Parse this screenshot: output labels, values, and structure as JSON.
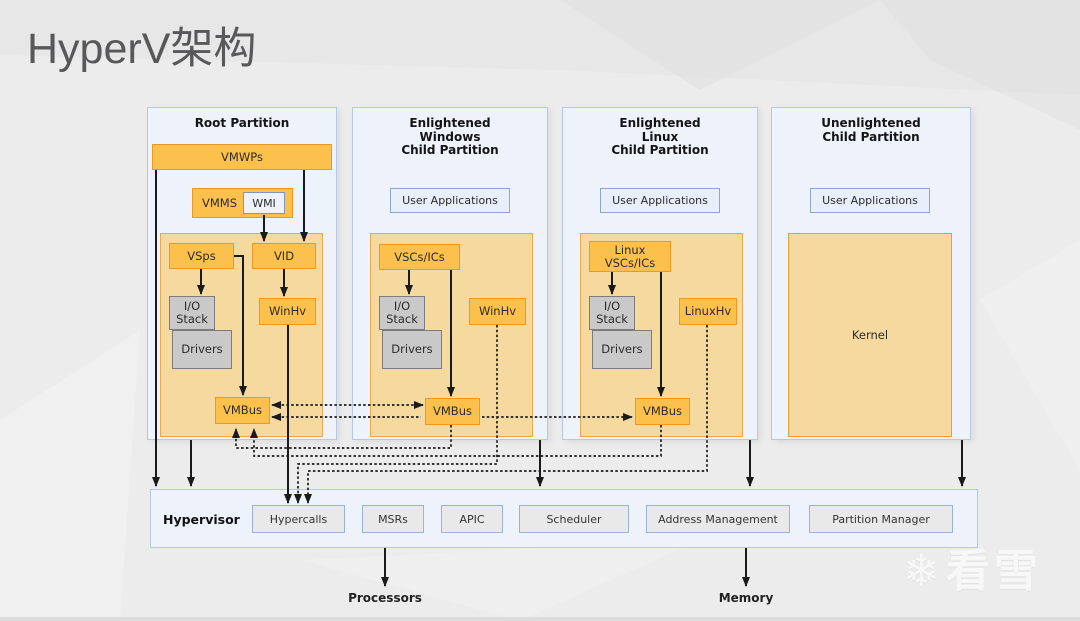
{
  "title": "HyperV架构",
  "partitions": {
    "root": {
      "title": "Root Partition"
    },
    "windows": {
      "title": "Enlightened\nWindows\nChild Partition"
    },
    "linux": {
      "title": "Enlightened\nLinux\nChild Partition"
    },
    "unenlightened": {
      "title": "Unenlightened\nChild Partition"
    }
  },
  "boxes": {
    "vmwps": "VMWPs",
    "vmms": "VMMS",
    "wmi": "WMI",
    "vsps": "VSps",
    "vid": "VID",
    "io_stack": "I/O\nStack",
    "drivers": "Drivers",
    "winhv": "WinHv",
    "linuxhv": "LinuxHv",
    "vmbus": "VMBus",
    "user_applications": "User Applications",
    "vscs_ics": "VSCs/ICs",
    "linux_vscs_ics": "Linux\nVSCs/ICs",
    "kernel": "Kernel"
  },
  "hypervisor": {
    "label": "Hypervisor",
    "components": [
      {
        "label": "Hypercalls"
      },
      {
        "label": "MSRs"
      },
      {
        "label": "APIC"
      },
      {
        "label": "Scheduler"
      },
      {
        "label": "Address Management"
      },
      {
        "label": "Partition Manager"
      }
    ]
  },
  "hardware": {
    "processors": "Processors",
    "memory": "Memory"
  },
  "watermark": {
    "snowflake": "❄",
    "text": "看雪"
  },
  "colors": {
    "background": "#ececec",
    "partition_fill": "#edf2fb",
    "partition_border": "#b7c7e6",
    "component_fill": "#fcc14c",
    "component_border": "#f09722",
    "container_fill": "#f5d99f",
    "gray_fill": "#c9c9c9",
    "line": "#1a1a1a"
  }
}
